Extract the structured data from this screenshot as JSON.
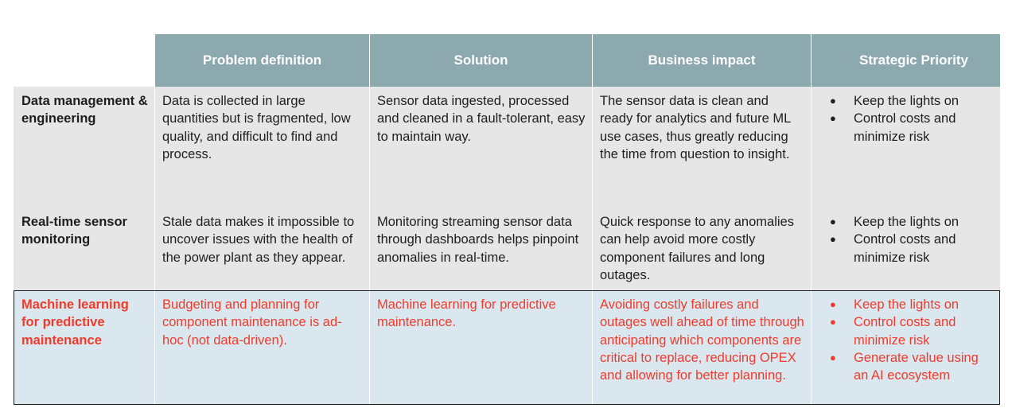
{
  "header": {
    "col1": "Problem definition",
    "col2": "Solution",
    "col3": "Business impact",
    "col4": "Strategic Priority"
  },
  "rows": [
    {
      "label": "Data management & engineering",
      "problem": "Data is collected in large quantities but is fragmented, low quality, and difficult to find and process.",
      "solution": "Sensor data ingested, processed and cleaned in a fault-tolerant, easy to maintain way.",
      "impact": "The sensor data is clean and ready for analytics and future ML use cases, thus greatly reducing the time from question to insight.",
      "priorities": [
        "Keep the lights on",
        "Control costs and minimize risk"
      ]
    },
    {
      "label": "Real-time sensor monitoring",
      "problem": "Stale data makes it impossible to uncover issues with the health of the power plant as they appear.",
      "solution": "Monitoring streaming sensor data through dashboards helps pinpoint anomalies in real-time.",
      "impact": "Quick response to any anomalies can help avoid more costly component failures and long outages.",
      "priorities": [
        "Keep the lights on",
        "Control costs and minimize risk"
      ]
    },
    {
      "label": "Machine learning for predictive maintenance",
      "problem": "Budgeting and planning for component maintenance is ad-hoc (not data-driven).",
      "solution": "Machine learning for predictive maintenance.",
      "impact": "Avoiding costly failures and outages well ahead of time through anticipating which components are critical to replace, reducing OPEX and allowing for better planning.",
      "priorities": [
        "Keep the lights on",
        "Control costs and minimize risk",
        "Generate value using an AI ecosystem"
      ]
    }
  ],
  "colors": {
    "header_bg": "#8ca9b0",
    "row_bg": "#e6e6e6",
    "highlight_bg": "#dbe7ee",
    "highlight_text": "#ef3b2c"
  }
}
